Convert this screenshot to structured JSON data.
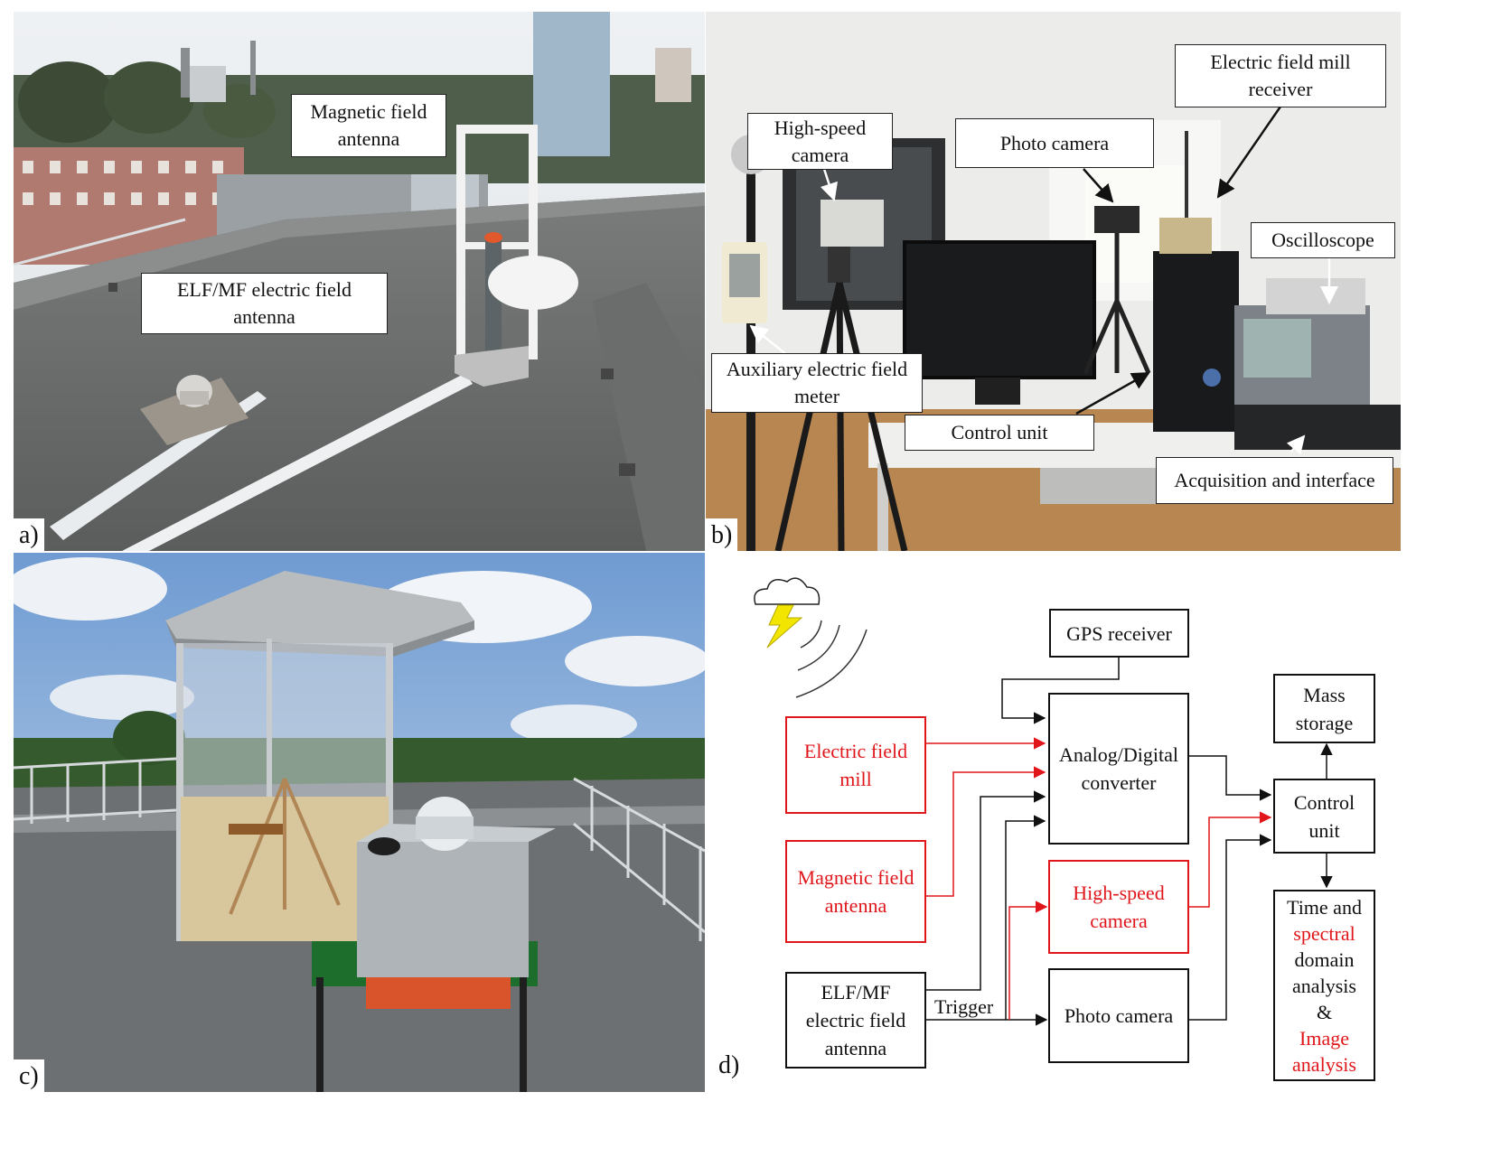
{
  "colors": {
    "accent_red": "#e0161b",
    "box_border": "#111111",
    "lightning": "#f2e600"
  },
  "panels": {
    "a": {
      "label": "a)",
      "callouts": {
        "magnetic_antenna": "Magnetic field\nantenna",
        "elf_antenna": "ELF/MF electric field\nantenna"
      }
    },
    "b": {
      "label": "b)",
      "callouts": {
        "high_speed_camera": "High-speed\ncamera",
        "photo_camera": "Photo camera",
        "field_mill_receiver": "Electric field mill\nreceiver",
        "oscilloscope": "Oscilloscope",
        "aux_meter": "Auxiliary electric field\nmeter",
        "control_unit": "Control unit",
        "acquisition": "Acquisition and interface"
      }
    },
    "c": {
      "label": "c)"
    },
    "d": {
      "label": "d)",
      "boxes": {
        "gps": "GPS receiver",
        "adc": "Analog/Digital\nconverter",
        "field_mill": "Electric field\nmill",
        "magnetic": "Magnetic field\nantenna",
        "high_speed": "High-speed\ncamera",
        "elf": "ELF/MF\nelectric field\nantenna",
        "photo": "Photo camera",
        "mass_storage": "Mass\nstorage",
        "control": "Control\nunit",
        "analysis": {
          "line1": "Time and",
          "line2": "spectral",
          "line3": "domain",
          "line4": "analysis",
          "line5": "&",
          "line6": "Image",
          "line7": "analysis"
        }
      },
      "trigger_label": "Trigger",
      "icons": [
        "cloud-icon",
        "lightning-icon",
        "radio-wave-icon"
      ]
    }
  }
}
